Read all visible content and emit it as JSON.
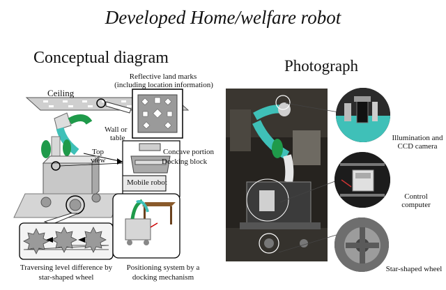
{
  "title": "Developed Home/welfare robot",
  "conceptual": {
    "heading": "Conceptual diagram",
    "labels": {
      "ceiling": "Ceiling",
      "landmarks_1": "Reflective land marks",
      "landmarks_2": "(including location information)",
      "wall_1": "Wall or",
      "wall_2": "table",
      "top_view_1": "Top",
      "top_view_2": "view",
      "concave": "Concave portion",
      "docking_block": "Docking block",
      "mobile_robot": "Mobile robot"
    },
    "captions": {
      "traverse_1": "Traversing level difference by",
      "traverse_2": "star-shaped wheel",
      "position_1": "Positioning system by a",
      "position_2": "docking mechanism"
    }
  },
  "photograph": {
    "heading": "Photograph",
    "callouts": {
      "camera_1": "Illumination and",
      "camera_2": "CCD camera",
      "control_1": "Control",
      "control_2": "computer",
      "wheel": "Star-shaped wheel"
    }
  },
  "colors": {
    "robot_green": "#1f9a4a",
    "robot_teal": "#3fc0b8",
    "body_gray": "#bdbdbd"
  }
}
